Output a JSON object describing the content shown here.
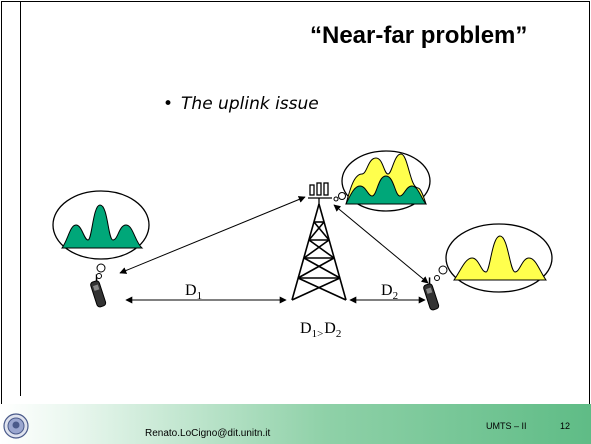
{
  "slide": {
    "title": "“Near-far problem”",
    "bullet": "The uplink issue"
  },
  "diagram": {
    "d1": {
      "main": "D",
      "sub": "1"
    },
    "d2": {
      "main": "D",
      "sub": "2"
    },
    "relation": {
      "left": "D",
      "left_sub": "1>",
      "right": "D",
      "right_sub": "2"
    }
  },
  "footer": {
    "email": "Renato.LoCigno@dit.unitn.it",
    "course": "UMTS – II",
    "page": "12"
  },
  "colors": {
    "strong_signal": "#00a779",
    "weak_signal": "#ffff4d",
    "footer_green": "#5fbc86"
  }
}
